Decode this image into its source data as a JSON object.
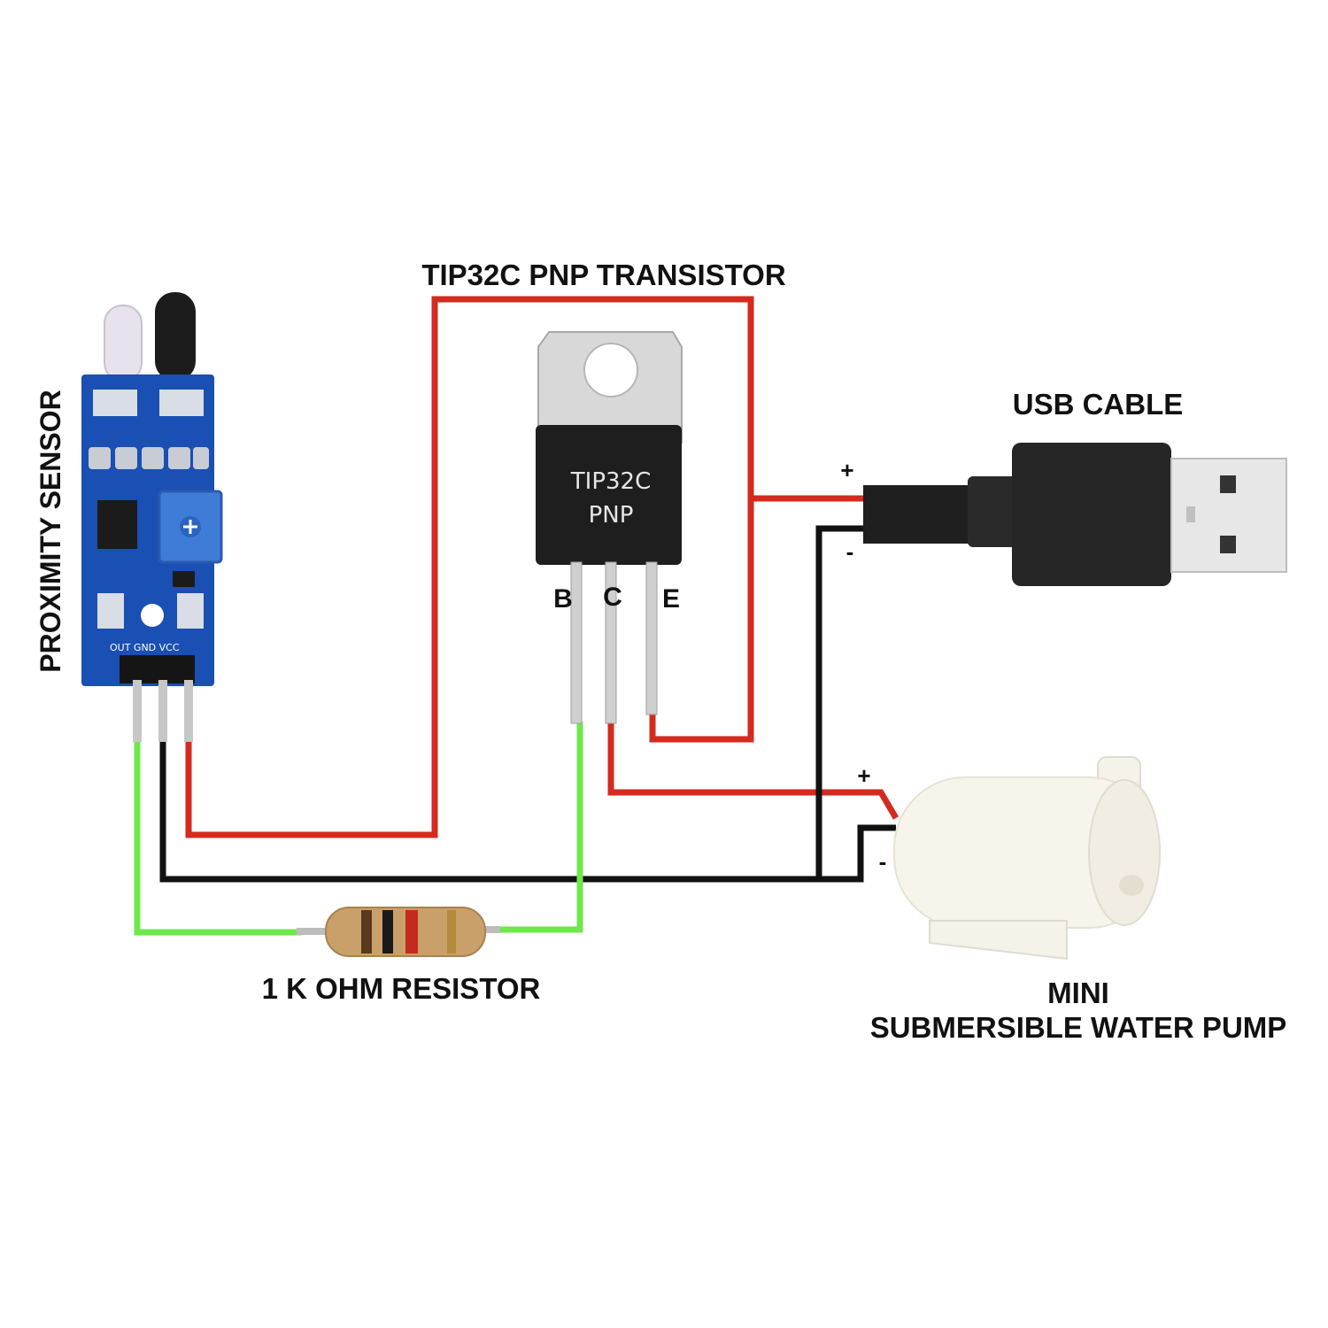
{
  "labels": {
    "transistor": "TIP32C PNP TRANSISTOR",
    "usb": "USB CABLE",
    "sensor": "PROXIMITY SENSOR",
    "resistor": "1 K OHM RESISTOR",
    "pump_line1": "MINI",
    "pump_line2": "SUBMERSIBLE WATER PUMP"
  },
  "transistor_chip": {
    "line1": "TIP32C",
    "line2": "PNP"
  },
  "transistor_pins": {
    "base": "B",
    "collector": "C",
    "emitter": "E"
  },
  "usb_polarity": {
    "positive": "+",
    "negative": "-"
  },
  "pump_polarity": {
    "positive": "+",
    "negative": "-"
  },
  "sensor_pins": "OUT GND VCC",
  "colors": {
    "positive_wire": "#d42a1f",
    "ground_wire": "#111111",
    "signal_wire": "#6ee84a",
    "sensor_board": "#1a4fb3"
  }
}
